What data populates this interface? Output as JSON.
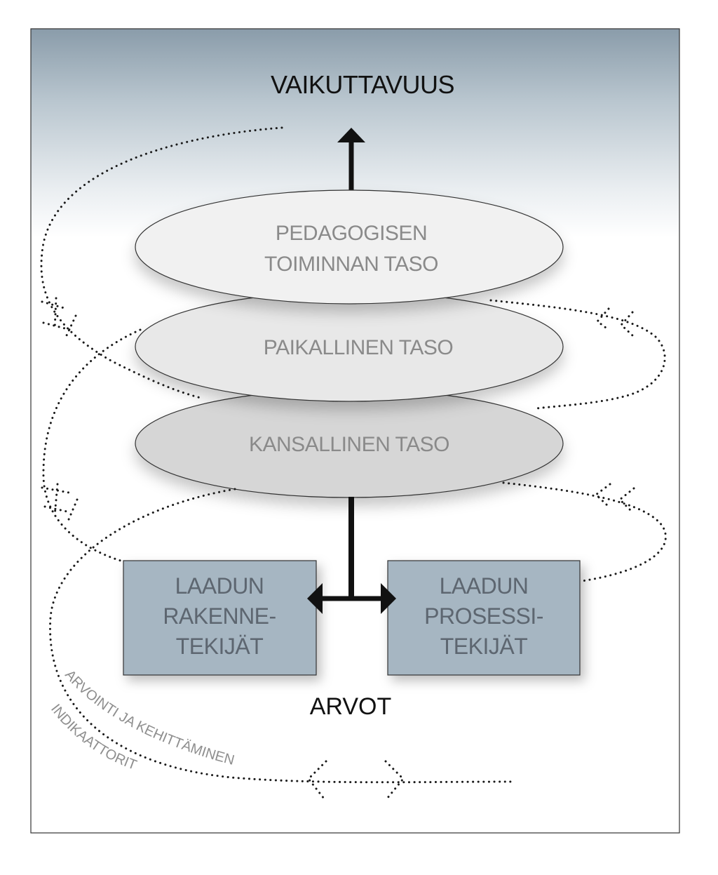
{
  "diagram": {
    "title": "VAIKUTTAVUUS",
    "levels": [
      {
        "line1": "PEDAGOGISEN",
        "line2": "TOIMINNAN TASO"
      },
      {
        "line1": "PAIKALLINEN TASO"
      },
      {
        "line1": "KANSALLINEN TASO"
      }
    ],
    "boxes": [
      {
        "lines": [
          "LAADUN",
          "RAKENNE-",
          "TEKIJÄT"
        ]
      },
      {
        "lines": [
          "LAADUN",
          "PROSESSI-",
          "TEKIJÄT"
        ]
      }
    ],
    "values_label": "ARVOT",
    "curve_labels": {
      "outer": "ARVOINTI JA KEHITTÄMINEN",
      "inner": "INDIKAATTORIT"
    },
    "colors": {
      "frame_top": "#8a9caa",
      "ellipse_top": "#f1f1f1",
      "ellipse_mid": "#e8e8e8",
      "ellipse_bottom": "#d6d6d6",
      "box_fill": "#a6b6c2"
    }
  }
}
